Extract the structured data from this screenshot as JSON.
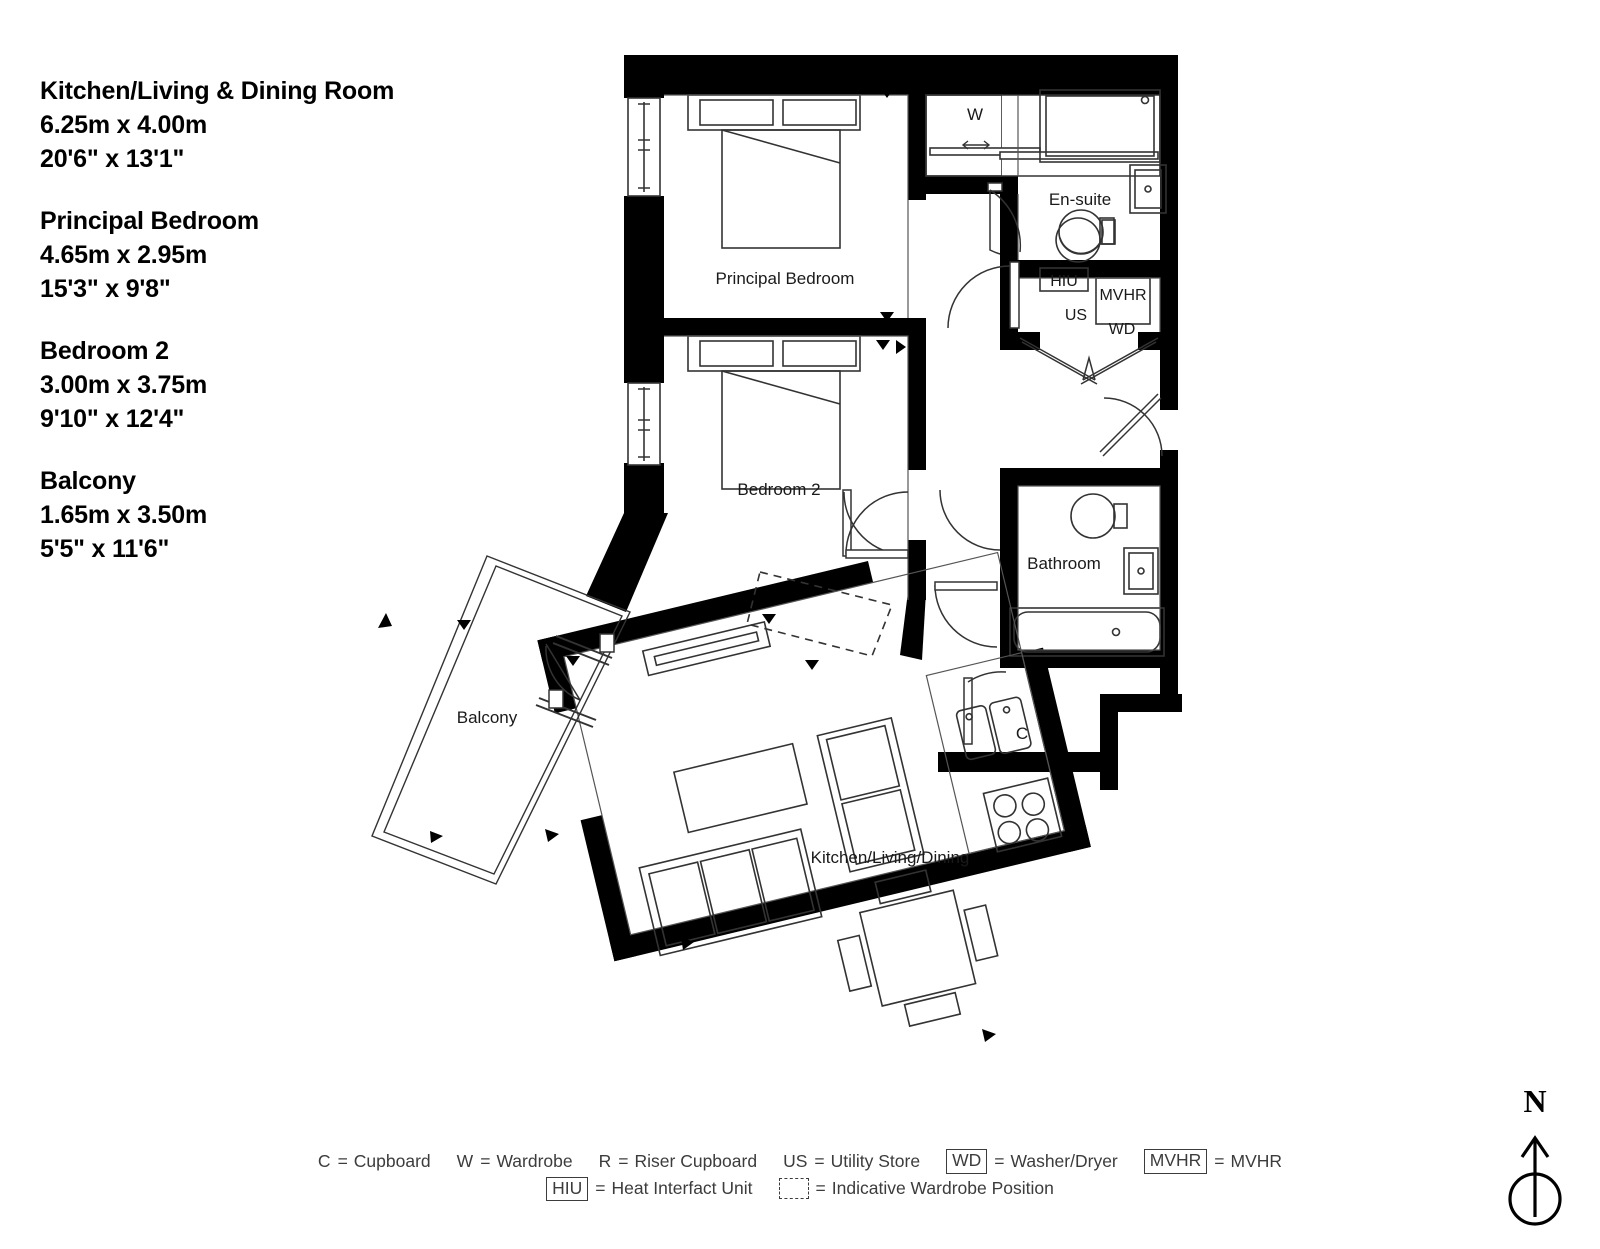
{
  "schedule": [
    {
      "name": "Kitchen/Living & Dining Room",
      "metric": "6.25m  x  4.00m",
      "imperial": "20'6\" x 13'1\""
    },
    {
      "name": "Principal Bedroom",
      "metric": "4.65m  x  2.95m",
      "imperial": "15'3\" x 9'8\""
    },
    {
      "name": "Bedroom 2",
      "metric": "3.00m  x  3.75m",
      "imperial": "9'10\" x 12'4\""
    },
    {
      "name": "Balcony",
      "metric": "1.65m  x  3.50m",
      "imperial": "5'5\" x 11'6\""
    }
  ],
  "plan": {
    "room_labels": {
      "principal_bedroom": "Principal Bedroom",
      "bedroom_2": "Bedroom 2",
      "en_suite": "En-suite",
      "bathroom": "Bathroom",
      "kitchen_living_dining": "Kitchen/Living/Dining",
      "balcony": "Balcony"
    },
    "annotations": {
      "wardrobe": "W",
      "cupboard": "C",
      "hiu": "HIU",
      "mvhr": "MVHR",
      "us": "US",
      "wd": "WD"
    }
  },
  "legend": {
    "row1": [
      {
        "key": "C",
        "boxed": false,
        "value": "Cupboard"
      },
      {
        "key": "W",
        "boxed": false,
        "value": "Wardrobe"
      },
      {
        "key": "R",
        "boxed": false,
        "value": "Riser Cupboard"
      },
      {
        "key": "US",
        "boxed": false,
        "value": "Utility Store"
      },
      {
        "key": "WD",
        "boxed": true,
        "value": "Washer/Dryer"
      },
      {
        "key": "MVHR",
        "boxed": true,
        "value": "MVHR"
      }
    ],
    "row2": [
      {
        "key": "HIU",
        "boxed": true,
        "value": "Heat Interfact Unit"
      },
      {
        "key": "",
        "boxed": false,
        "dashed": true,
        "value": "Indicative Wardrobe Position"
      }
    ],
    "equals": "="
  },
  "compass": {
    "label": "N"
  },
  "colors": {
    "wall": "#000000",
    "line": "#3c3c3c",
    "text": "#000000",
    "background": "#ffffff"
  }
}
